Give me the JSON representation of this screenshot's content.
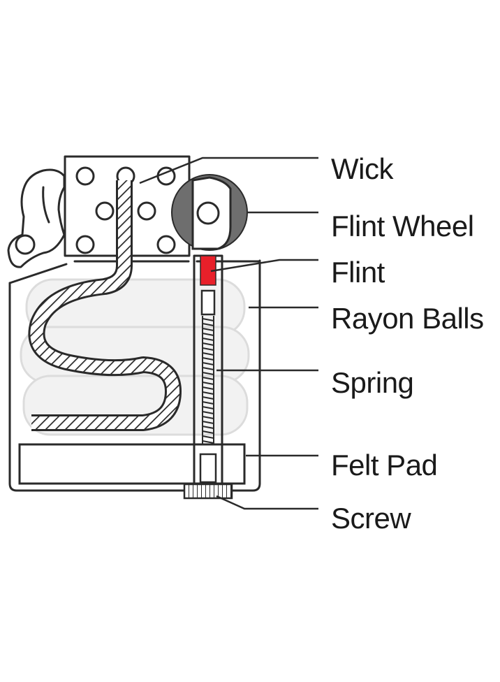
{
  "diagram": {
    "labels": {
      "wick": "Wick",
      "flint_wheel": "Flint Wheel",
      "flint": "Flint",
      "rayon_balls": "Rayon Balls",
      "spring": "Spring",
      "felt_pad": "Felt Pad",
      "screw": "Screw"
    },
    "colors": {
      "flint": "#e8202a",
      "flint_wheel": "#6e6e6e",
      "outline": "#2a2a2a",
      "rayon_fill": "#f2f2f2"
    }
  }
}
